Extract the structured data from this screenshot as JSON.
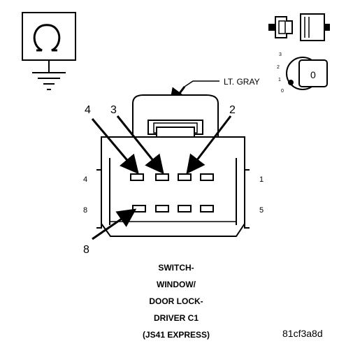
{
  "connector": {
    "color_label": "LT. GRAY",
    "caption": [
      "SWITCH-",
      "WINDOW/",
      "DOOR LOCK-",
      "DRIVER C1",
      "(JS41 EXPRESS)"
    ],
    "pin_numbers": {
      "top_left": "4",
      "top_right": "1",
      "bottom_left": "8",
      "bottom_right": "5"
    },
    "callouts": {
      "left": "4",
      "middle": "3",
      "right": "2",
      "bottom": "8"
    }
  },
  "symbols": {
    "ground_meter": "ohm-ground-icon",
    "connector_plug": "connector-plug-icon",
    "key_switch": "key-switch-icon"
  },
  "key_positions": [
    "3",
    "2",
    "1",
    "0"
  ],
  "key_value": "0",
  "image_code": "81cf3a8d"
}
